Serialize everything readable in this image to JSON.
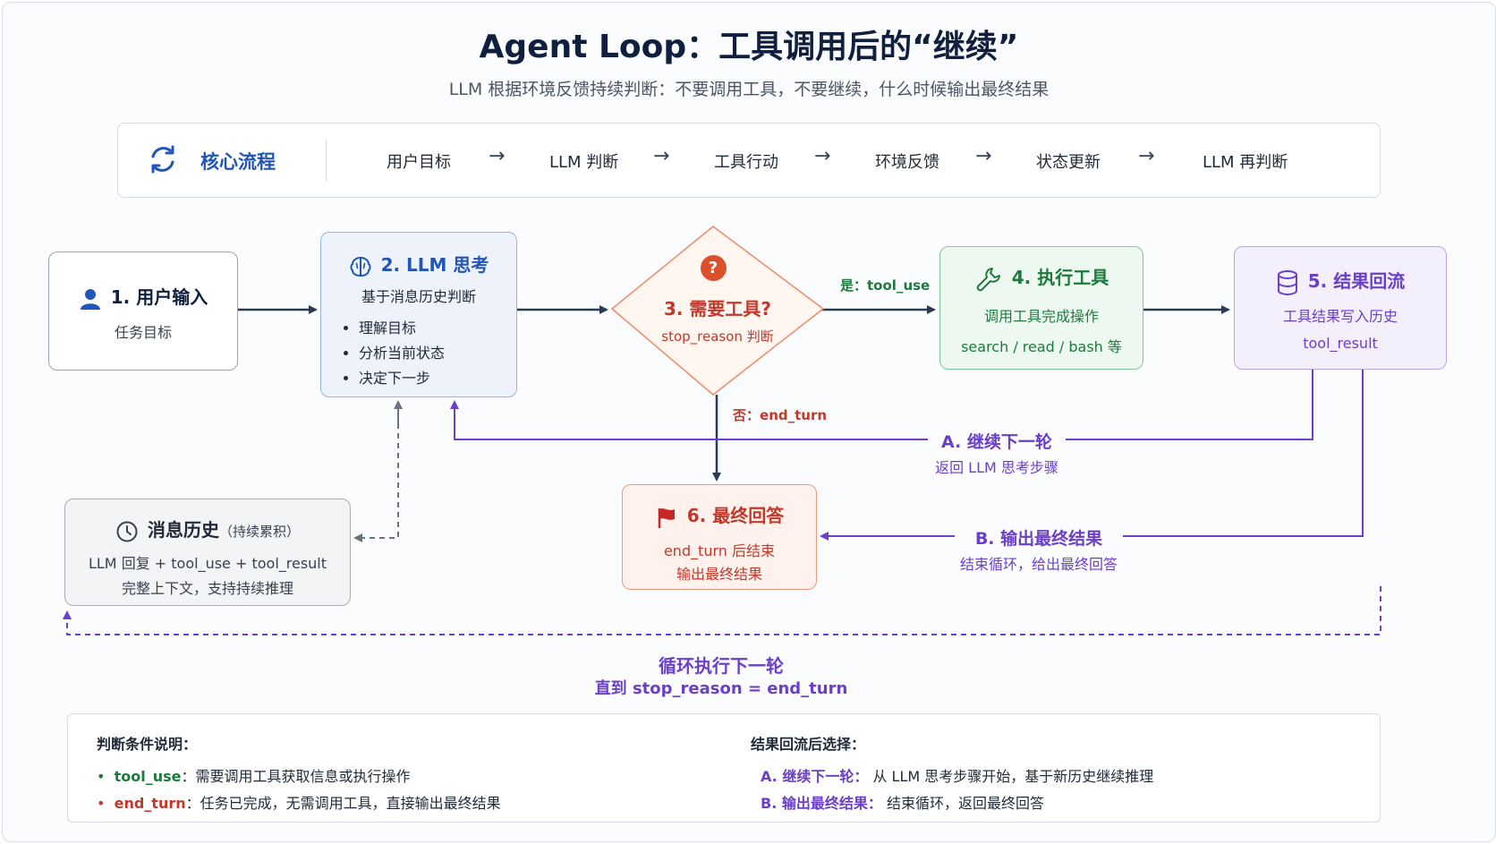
{
  "title": "Agent Loop：工具调用后的“继续”",
  "subtitle": "LLM 根据环境反馈持续判断：不要调用工具，不要继续，什么时候输出最终结果",
  "flow": {
    "label": "核心流程",
    "steps": [
      "用户目标",
      "LLM 判断",
      "工具行动",
      "环境反馈",
      "状态更新",
      "LLM 再判断"
    ],
    "arrow": "→"
  },
  "nodes": {
    "user_input": {
      "title": "1. 用户输入",
      "desc": "任务目标"
    },
    "llm_think": {
      "title": "2. LLM 思考",
      "desc": "基于消息历史判断",
      "bullets": [
        "理解目标",
        "分析当前状态",
        "决定下一步"
      ]
    },
    "need_tool": {
      "icon": "?",
      "title": "3. 需要工具?",
      "desc": "stop_reason 判断"
    },
    "exec_tool": {
      "title": "4. 执行工具",
      "desc": "调用工具完成操作",
      "desc2": "search / read / bash 等"
    },
    "result_back": {
      "title": "5. 结果回流",
      "desc": "工具结果写入历史",
      "desc2": "tool_result"
    },
    "final_answer": {
      "title": "6. 最终回答",
      "desc": "end_turn 后结束",
      "desc2": "输出最终结果"
    },
    "history": {
      "title": "消息历史",
      "title_suffix": "（持续累积）",
      "desc": "LLM 回复 + tool_use + tool_result",
      "desc2": "完整上下文，支持持续推理"
    }
  },
  "edges": {
    "yes_prefix": "是：",
    "yes_value": "tool_use",
    "no_prefix": "否：",
    "no_value": "end_turn",
    "a_title": "A. 继续下一轮",
    "a_desc": "返回 LLM 思考步骤",
    "b_title": "B. 输出最终结果",
    "b_desc": "结束循环，给出最终回答",
    "loop_title": "循环执行下一轮",
    "loop_desc": "直到 stop_reason = end_turn"
  },
  "notes": {
    "left_title": "判断条件说明：",
    "left_items": [
      {
        "key": "tool_use",
        "text": "：需要调用工具获取信息或执行操作"
      },
      {
        "key": "end_turn",
        "text": "：任务已完成，无需调用工具，直接输出最终结果"
      }
    ],
    "right_title": "结果回流后选择：",
    "right_items": [
      {
        "key": "A. 继续下一轮：",
        "text": "从 LLM 思考步骤开始，基于新历史继续推理"
      },
      {
        "key": "B. 输出最终结果：",
        "text": "结束循环，返回最终回答"
      }
    ]
  },
  "colors": {
    "navy": "#0f1f3d",
    "blue": "#2156b8",
    "red": "#c0392b",
    "green": "#1e7a3c",
    "purple": "#6b3fc8",
    "gray_arrow": "#374151"
  },
  "icons": [
    "refresh-icon",
    "user-icon",
    "brain-icon",
    "question-icon",
    "wrench-icon",
    "database-icon",
    "flag-icon",
    "clock-icon"
  ]
}
